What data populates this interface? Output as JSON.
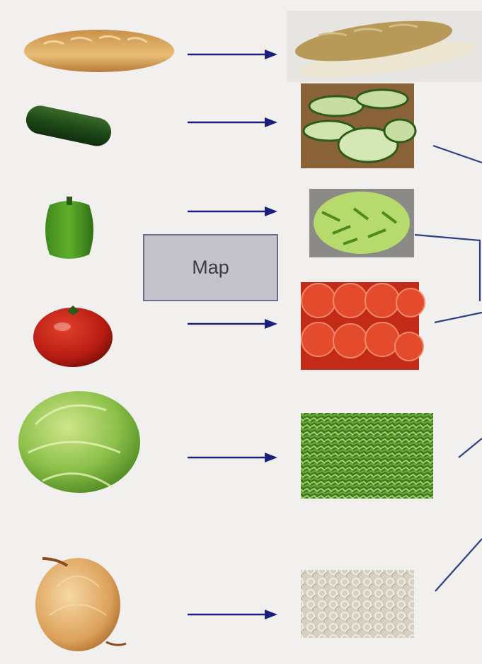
{
  "diagram": {
    "map_label": "Map",
    "colors": {
      "background": "#f1f0ee",
      "arrow": "#1c1e7c",
      "connector": "#2e3f86",
      "map_fill": "#c4c3c9",
      "map_border": "#6c6c8c"
    },
    "inputs": [
      "bread-loaf",
      "cucumber",
      "green-pepper",
      "tomato",
      "lettuce",
      "onion"
    ],
    "outputs": [
      "sliced-bread",
      "sliced-cucumber",
      "chopped-pepper",
      "sliced-tomato",
      "shredded-lettuce",
      "sliced-onion"
    ]
  }
}
